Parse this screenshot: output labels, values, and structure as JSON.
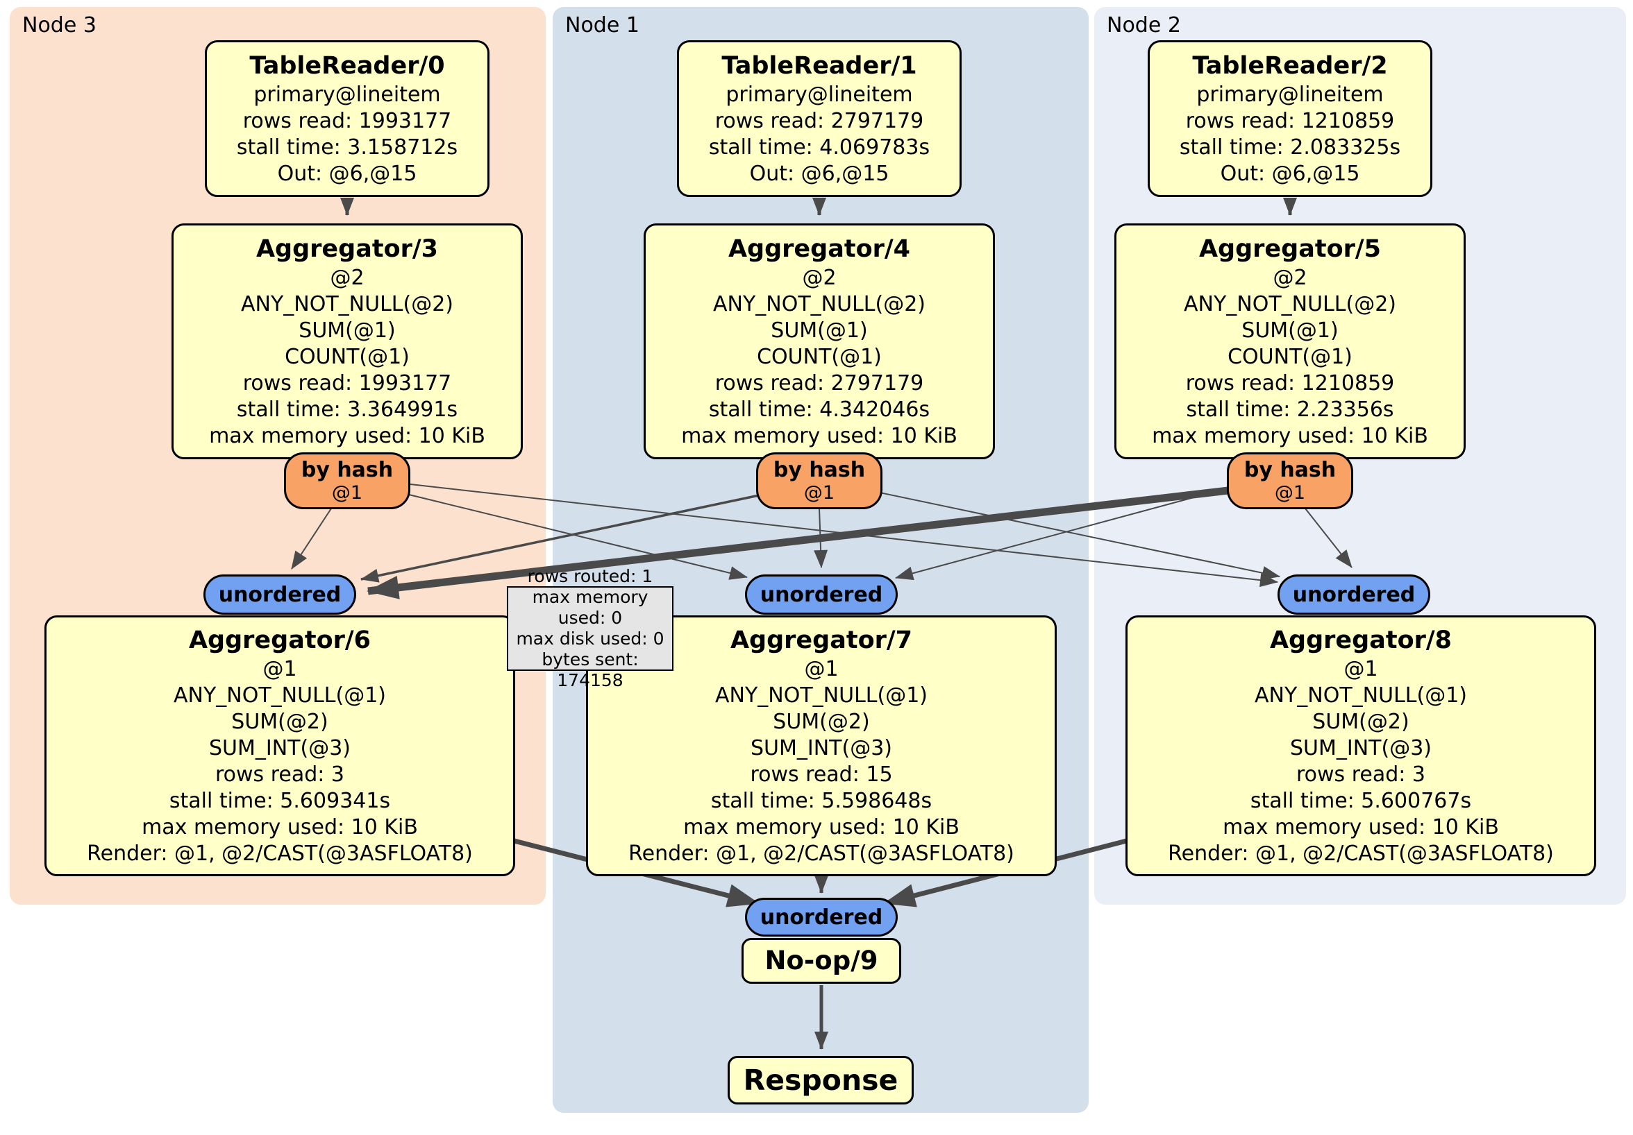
{
  "panels": [
    {
      "label": "Node 3"
    },
    {
      "label": "Node 1"
    },
    {
      "label": "Node 2"
    }
  ],
  "nodes": {
    "tr0": {
      "title": "TableReader/0",
      "lines": [
        "primary@lineitem",
        "rows read: 1993177",
        "stall time: 3.158712s",
        "Out: @6,@15"
      ]
    },
    "tr1": {
      "title": "TableReader/1",
      "lines": [
        "primary@lineitem",
        "rows read: 2797179",
        "stall time: 4.069783s",
        "Out: @6,@15"
      ]
    },
    "tr2": {
      "title": "TableReader/2",
      "lines": [
        "primary@lineitem",
        "rows read: 1210859",
        "stall time: 2.083325s",
        "Out: @6,@15"
      ]
    },
    "agg3": {
      "title": "Aggregator/3",
      "lines": [
        "@2",
        "ANY_NOT_NULL(@2)",
        "SUM(@1)",
        "COUNT(@1)",
        "rows read: 1993177",
        "stall time: 3.364991s",
        "max memory used: 10 KiB"
      ]
    },
    "agg4": {
      "title": "Aggregator/4",
      "lines": [
        "@2",
        "ANY_NOT_NULL(@2)",
        "SUM(@1)",
        "COUNT(@1)",
        "rows read: 2797179",
        "stall time: 4.342046s",
        "max memory used: 10 KiB"
      ]
    },
    "agg5": {
      "title": "Aggregator/5",
      "lines": [
        "@2",
        "ANY_NOT_NULL(@2)",
        "SUM(@1)",
        "COUNT(@1)",
        "rows read: 1210859",
        "stall time: 2.23356s",
        "max memory used: 10 KiB"
      ]
    },
    "agg6": {
      "title": "Aggregator/6",
      "lines": [
        "@1",
        "ANY_NOT_NULL(@1)",
        "SUM(@2)",
        "SUM_INT(@3)",
        "rows read: 3",
        "stall time: 5.609341s",
        "max memory used: 10 KiB",
        "Render: @1, @2/CAST(@3ASFLOAT8)"
      ]
    },
    "agg7": {
      "title": "Aggregator/7",
      "lines": [
        "@1",
        "ANY_NOT_NULL(@1)",
        "SUM(@2)",
        "SUM_INT(@3)",
        "rows read: 15",
        "stall time: 5.598648s",
        "max memory used: 10 KiB",
        "Render: @1, @2/CAST(@3ASFLOAT8)"
      ]
    },
    "agg8": {
      "title": "Aggregator/8",
      "lines": [
        "@1",
        "ANY_NOT_NULL(@1)",
        "SUM(@2)",
        "SUM_INT(@3)",
        "rows read: 3",
        "stall time: 5.600767s",
        "max memory used: 10 KiB",
        "Render: @1, @2/CAST(@3ASFLOAT8)"
      ]
    },
    "noop": {
      "title": "No-op/9"
    },
    "response": {
      "title": "Response"
    }
  },
  "routers": [
    {
      "label": "by hash",
      "detail": "@1"
    },
    {
      "label": "by hash",
      "detail": "@1"
    },
    {
      "label": "by hash",
      "detail": "@1"
    }
  ],
  "syncs": [
    {
      "label": "unordered"
    },
    {
      "label": "unordered"
    },
    {
      "label": "unordered"
    },
    {
      "label": "unordered"
    }
  ],
  "tooltip": {
    "lines": [
      "rows routed: 1",
      "max memory used: 0",
      "max disk used: 0",
      "bytes sent: 174158"
    ]
  },
  "colors": {
    "panel_node3": "#fbe1ce",
    "panel_node1": "#d3e0ec",
    "panel_node2": "#e9eef7",
    "node_fill": "#ffffc8",
    "router_fill": "#f8a266",
    "sync_fill": "#71a1f0",
    "tooltip_fill": "#e5e5e5",
    "edge": "#4a4a4a"
  }
}
